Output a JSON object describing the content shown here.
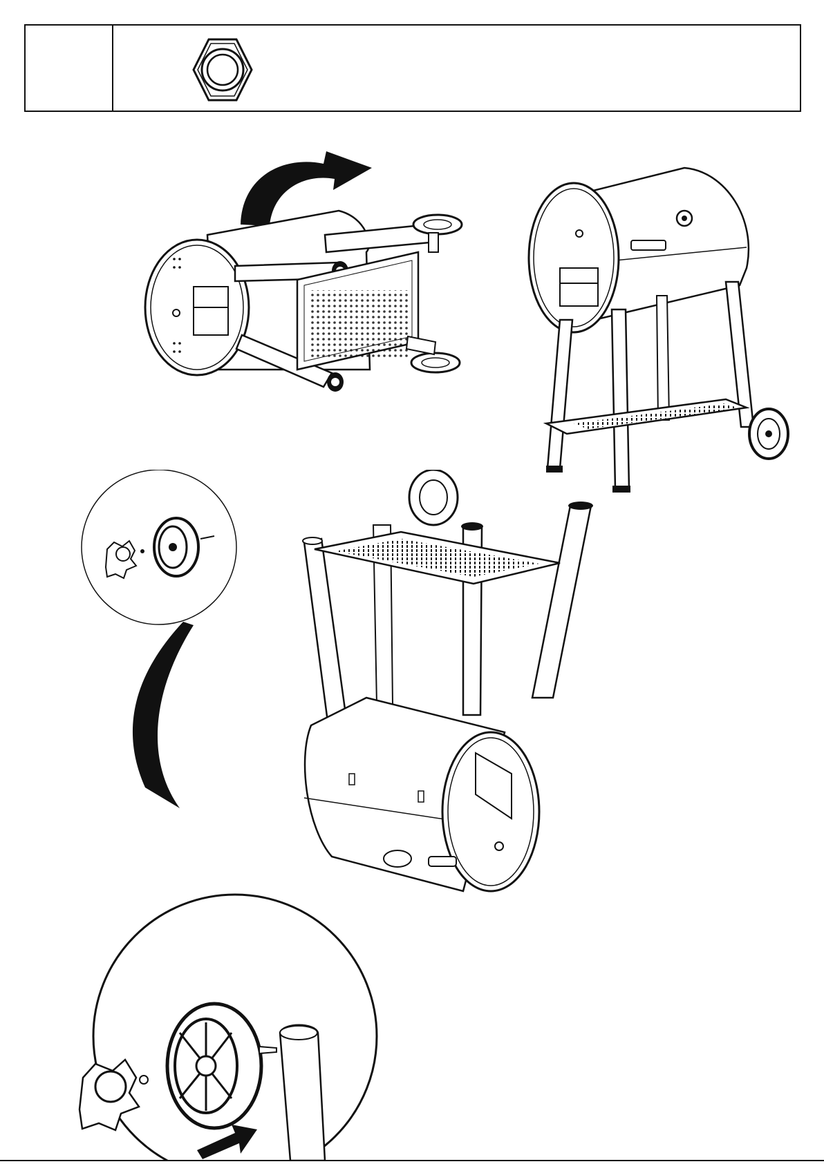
{
  "document": {
    "type": "assembly-step",
    "parts_table": {
      "part_number": "",
      "hardware": [
        {
          "icon": "hex-nut-icon",
          "quantity_label": ""
        }
      ]
    },
    "illustrations": [
      {
        "name": "flip-grill-upright",
        "arrow": "curved-rotate-arrow-icon"
      },
      {
        "name": "grill-assembled-upright"
      },
      {
        "name": "attach-wheel-to-leg",
        "callout": "wheel-detail-zoom"
      }
    ],
    "colors": {
      "line": "#111111",
      "background": "#ffffff"
    }
  }
}
